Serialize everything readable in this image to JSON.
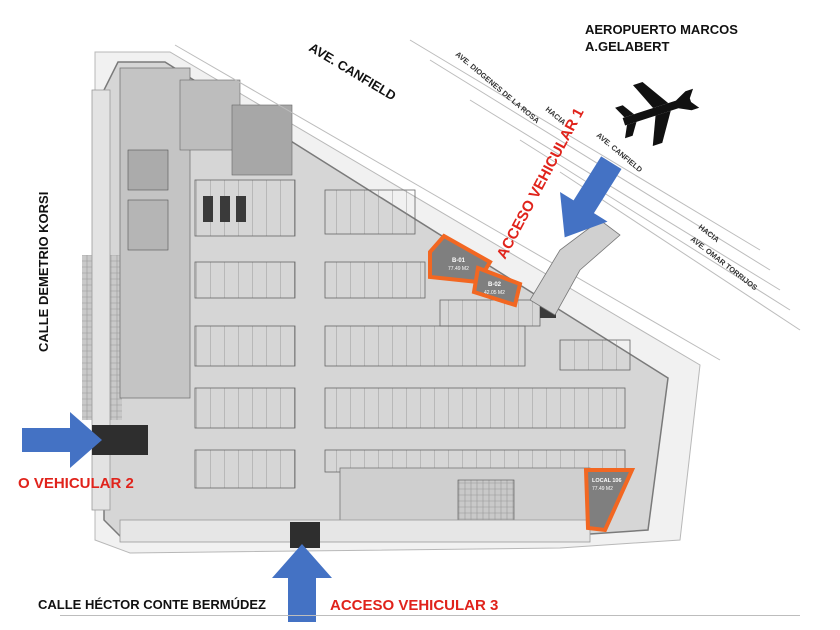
{
  "labels": {
    "airport": "AEROPUERTO MARCOS",
    "airport_line2": "A.GELABERT",
    "ave_canfield_main": "AVE. CANFIELD",
    "ave_dogenes": "AVE. DIOGENES DE LA ROSA",
    "hacia_1": "HACIA",
    "ave_canfield_small": "AVE. CANFIELD",
    "hacia_2": "HACIA",
    "ave_omar": "AVE. OMAR TORRIJOS",
    "calle_demetrio": "CALLE DEMETRIO KORSI",
    "calle_hector": "CALLE HÉCTOR CONTE BERMÚDEZ",
    "acceso_1": "ACCESO VEHICULAR 1",
    "acceso_2": "O VEHICULAR 2",
    "acceso_3": "ACCESO VEHICULAR 3"
  },
  "units": [
    {
      "code": "B-01",
      "area": "77.49 M2"
    },
    {
      "code": "B-02",
      "area": "42.05 M2"
    },
    {
      "code": "LOCAL 106",
      "area": "77.49 M2"
    }
  ],
  "icons": {
    "airport": "airplane-icon",
    "access_arrow": "arrow-icon"
  },
  "colors": {
    "highlight": "#f26722",
    "arrow": "#4472c4",
    "access_text": "#e0231b",
    "floor": "#d6d6d6"
  }
}
